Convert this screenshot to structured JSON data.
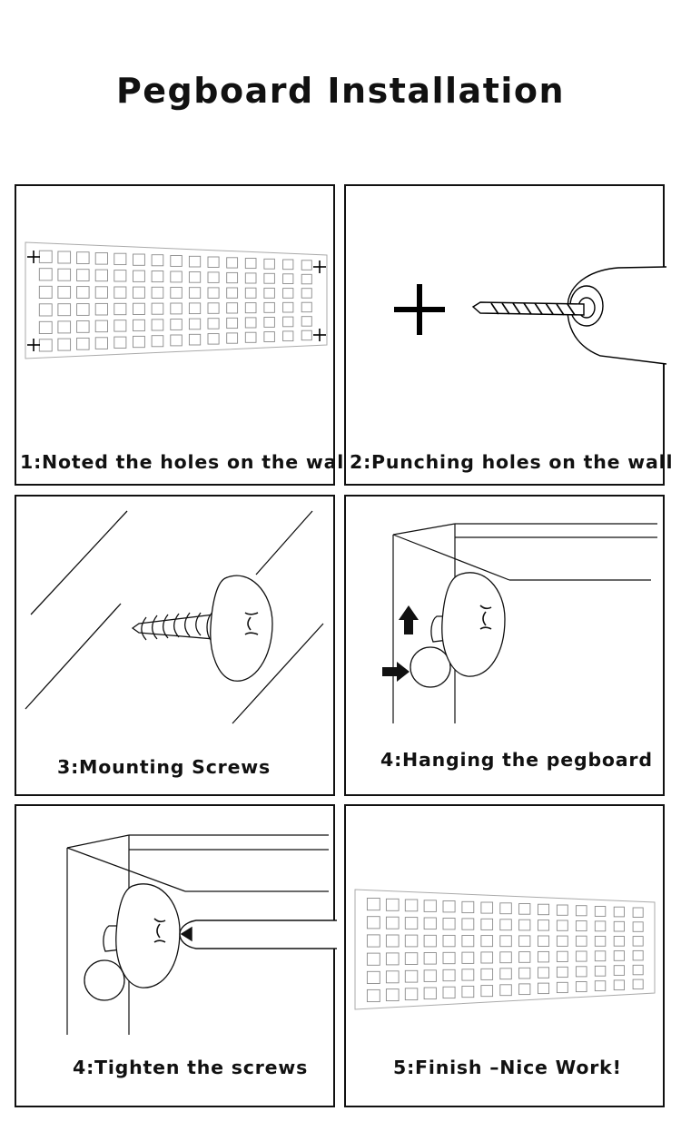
{
  "title": "Pegboard Installation",
  "steps": [
    {
      "caption": "1:Noted the holes on the wall"
    },
    {
      "caption": "2:Punching holes on the wall"
    },
    {
      "caption": "3:Mounting Screws"
    },
    {
      "caption": "4:Hanging the pegboard"
    },
    {
      "caption": "4:Tighten the screws"
    },
    {
      "caption": "5:Finish –Nice Work!"
    }
  ]
}
